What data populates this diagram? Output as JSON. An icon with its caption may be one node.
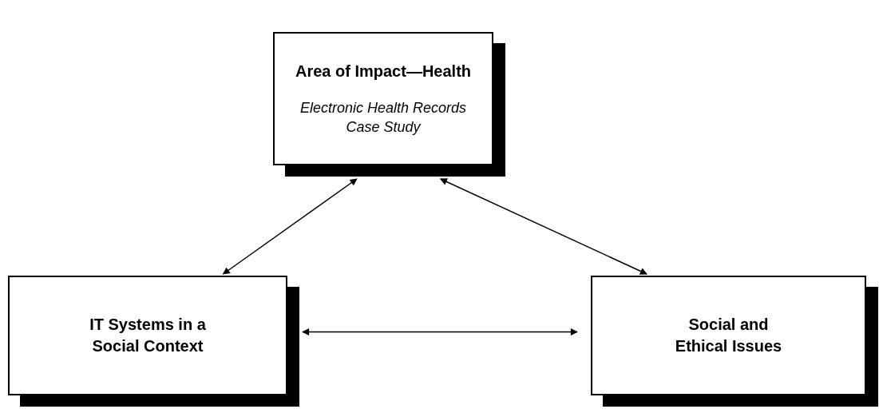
{
  "diagram": {
    "nodes": [
      {
        "text": [
          "Area of Impact—Health",
          "Electronic Health Records Case Study"
        ]
      },
      {
        "text": [
          "IT Systems in a Social Context"
        ]
      },
      {
        "text": [
          "Social and Ethical Issues"
        ]
      }
    ],
    "edges": [
      {
        "from": 0,
        "to": 1,
        "arrow": "both"
      },
      {
        "from": 0,
        "to": 2,
        "arrow": "both"
      },
      {
        "from": 1,
        "to": 2,
        "arrow": "both"
      }
    ]
  }
}
